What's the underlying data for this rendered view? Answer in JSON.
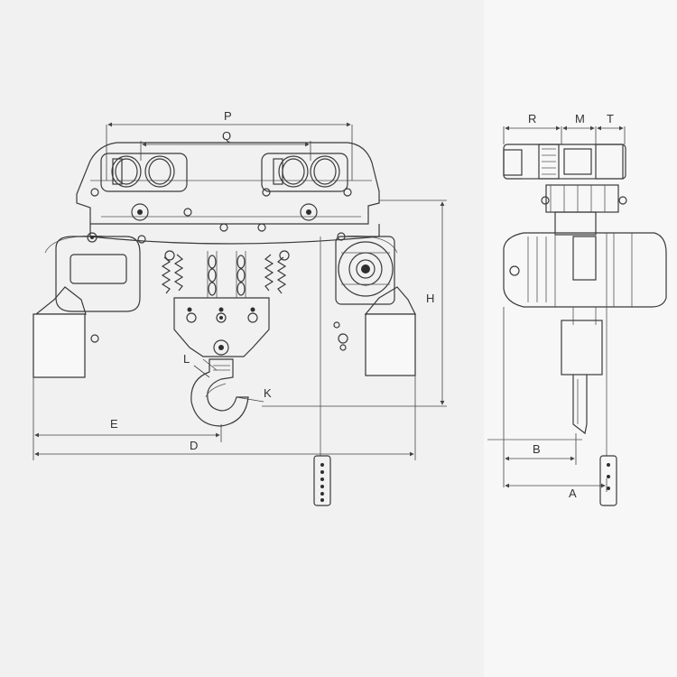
{
  "diagram": {
    "front_view_labels": {
      "P": "P",
      "Q": "Q",
      "H": "H",
      "L": "L",
      "K": "K",
      "E": "E",
      "D": "D"
    },
    "side_view_labels": {
      "R": "R",
      "M": "M",
      "T": "T",
      "B": "B",
      "A": "A"
    }
  }
}
